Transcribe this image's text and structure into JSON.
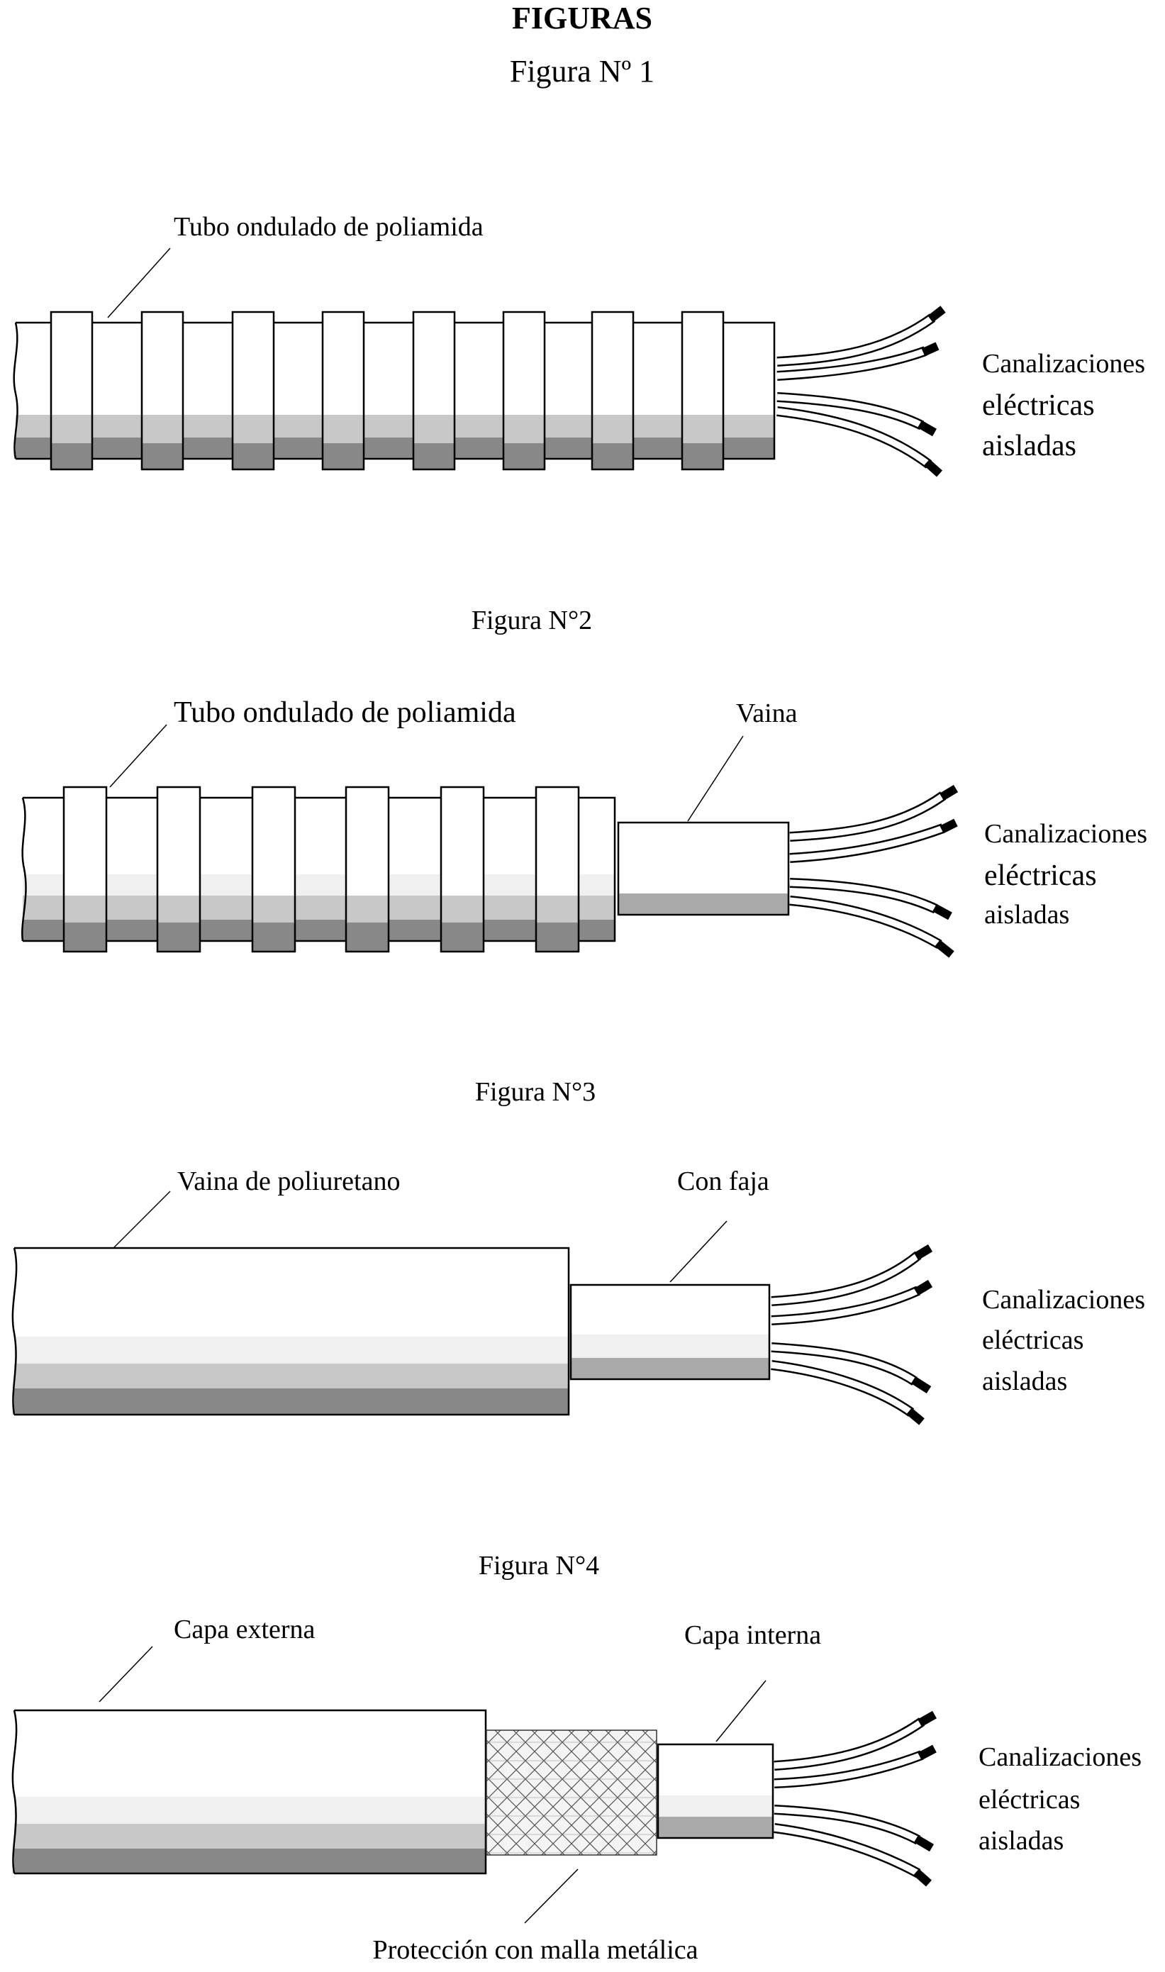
{
  "page": {
    "title": "FIGURAS"
  },
  "figures": [
    {
      "label": "Figura Nº 1",
      "labels": {
        "tube": "Tubo ondulado de poliamida",
        "conductors": [
          "Canalizaciones",
          "eléctricas",
          "aisladas"
        ]
      }
    },
    {
      "label": "Figura N°2",
      "labels": {
        "tube": "Tubo ondulado de poliamida",
        "sheath": "Vaina",
        "conductors": [
          "Canalizaciones",
          "eléctricas",
          "aisladas"
        ]
      }
    },
    {
      "label": "Figura N°3",
      "labels": {
        "outer": "Vaina de poliuretano",
        "inner": "Con faja",
        "conductors": [
          "Canalizaciones",
          "eléctricas",
          "aisladas"
        ]
      }
    },
    {
      "label": "Figura N°4",
      "labels": {
        "outer": "Capa externa",
        "inner": "Capa interna",
        "mesh": "Protección con malla metálica",
        "conductors": [
          "Canalizaciones",
          "eléctricas",
          "aisladas"
        ]
      }
    }
  ],
  "colors": {
    "light_band": "#f0f0f0",
    "mid_band": "#c8c8c8",
    "dark_band": "#888888",
    "outline": "#000000",
    "wire_tip": "#000000"
  }
}
